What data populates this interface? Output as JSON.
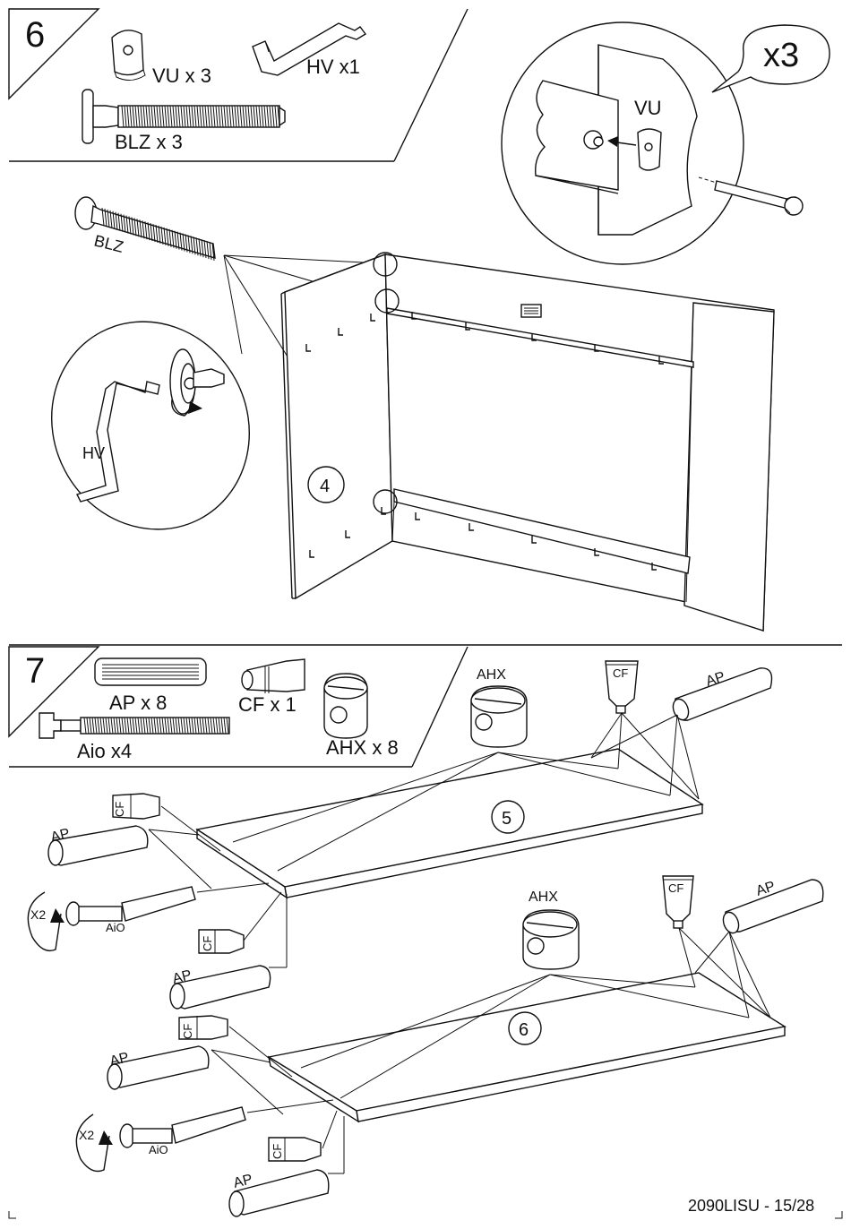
{
  "steps": [
    {
      "number": "6",
      "parts": [
        {
          "code": "VU",
          "qty_label": "VU x  3"
        },
        {
          "code": "HV",
          "qty_label": "HV x1"
        },
        {
          "code": "BLZ",
          "qty_label": "BLZ x  3"
        }
      ],
      "callouts": {
        "detail_count": "x3",
        "vu": "VU",
        "blz": "BLZ",
        "hv": "HV",
        "panel": "4"
      }
    },
    {
      "number": "7",
      "parts": [
        {
          "code": "AP",
          "qty_label": "AP x 8"
        },
        {
          "code": "CF",
          "qty_label": "CF x 1"
        },
        {
          "code": "AHX",
          "qty_label": "AHX x 8"
        },
        {
          "code": "Aio",
          "qty_label": "Aio x4"
        }
      ],
      "callouts": {
        "ahx": "AHX",
        "cf": "CF",
        "ap": "AP",
        "aio": "AiO",
        "turns": "X2",
        "panel_top": "5",
        "panel_bottom": "6"
      }
    }
  ],
  "footer": {
    "page_ref": "2090LISU - 15/28"
  },
  "colors": {
    "ink": "#111111",
    "paper": "#ffffff"
  },
  "icons": [
    "cam-washer-icon",
    "allen-key-icon",
    "bolt-icon",
    "dowel-icon",
    "glue-tube-icon",
    "cam-nut-icon",
    "rotate-arrow-icon"
  ]
}
